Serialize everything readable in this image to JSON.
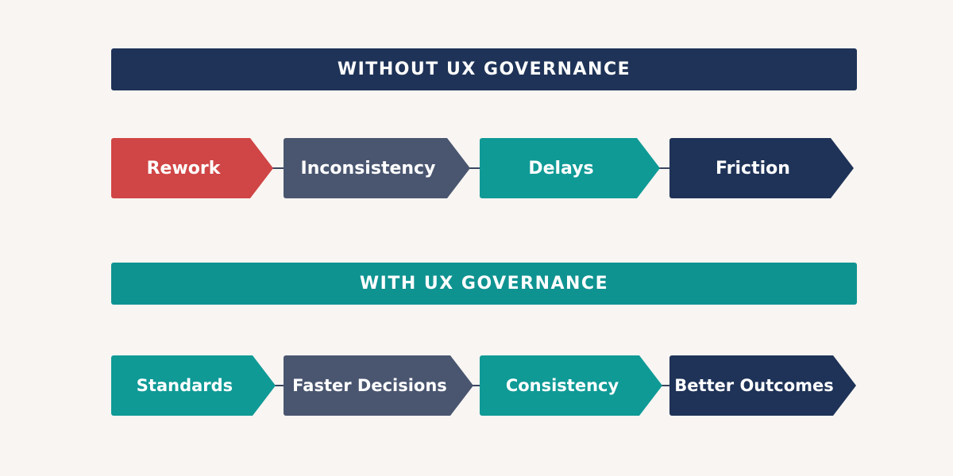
{
  "without": {
    "title": "WITHOUT UX GOVERNANCE",
    "steps": [
      "Rework",
      "Inconsistency",
      "Delays",
      "Friction"
    ]
  },
  "with": {
    "title": "WITH UX GOVERNANCE",
    "steps": [
      "Standards",
      "Faster Decisions",
      "Consistency",
      "Better Outcomes"
    ]
  },
  "colors": {
    "red": "#d04545",
    "slate": "#4a5670",
    "teal": "#0f9a96",
    "navy": "#1f3358",
    "background": "#f9f5f2"
  }
}
